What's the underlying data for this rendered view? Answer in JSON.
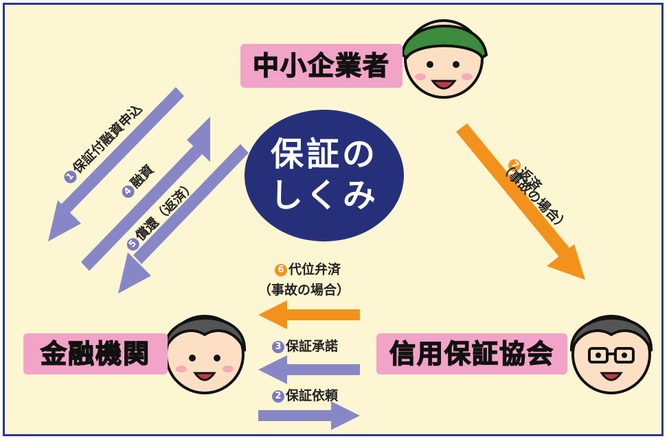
{
  "center": {
    "line1": "保証の",
    "line2": "しくみ"
  },
  "actors": {
    "sme": "中小企業者",
    "bank": "金融機関",
    "association": "信用保証協会"
  },
  "flows": {
    "f1": {
      "num": "1",
      "text": "保証付融資申込"
    },
    "f4": {
      "num": "4",
      "text": "融資"
    },
    "f5": {
      "num": "5",
      "text": "償還（返済）"
    },
    "f7": {
      "num": "7",
      "text": "返済",
      "sub": "（事故の場合）"
    },
    "f6": {
      "num": "6",
      "text": "代位弁済",
      "sub": "（事故の場合）"
    },
    "f3": {
      "num": "3",
      "text": "保証承諾"
    },
    "f2": {
      "num": "2",
      "text": "保証依頼"
    }
  },
  "colors": {
    "background": "#fdf6d2",
    "border": "#2a3494",
    "label_bg": "#f2a3c8",
    "purple_arrow": "#8787c8",
    "orange_arrow": "#f2921c",
    "center_oval": "#26307a"
  }
}
